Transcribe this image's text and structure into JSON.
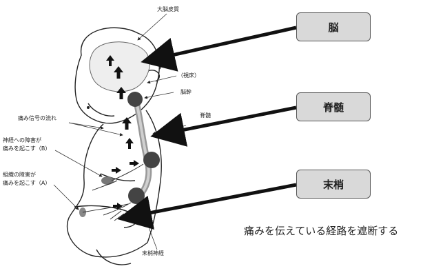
{
  "boxes": {
    "brain": "脳",
    "spinal_cord": "脊髄",
    "peripheral": "末梢"
  },
  "labels": {
    "cerebral_cortex": "大脳皮質",
    "thalamus": "（視床）",
    "brainstem": "脳幹",
    "spinal": "脊髄",
    "pain_signal_flow": "痛み信号の流れ",
    "nerve_damage_line1": "神経への障害が",
    "nerve_damage_line2": "痛みを起こす（B）",
    "tissue_damage_line1": "組織の障害が",
    "tissue_damage_line2": "痛みを起こす（A）",
    "peripheral_nerve": "末梢神経"
  },
  "caption": "痛みを伝えている経路を遮断する",
  "colors": {
    "box_fill": "#d9d9d9",
    "arrow": "#111111",
    "node": "#444444"
  }
}
